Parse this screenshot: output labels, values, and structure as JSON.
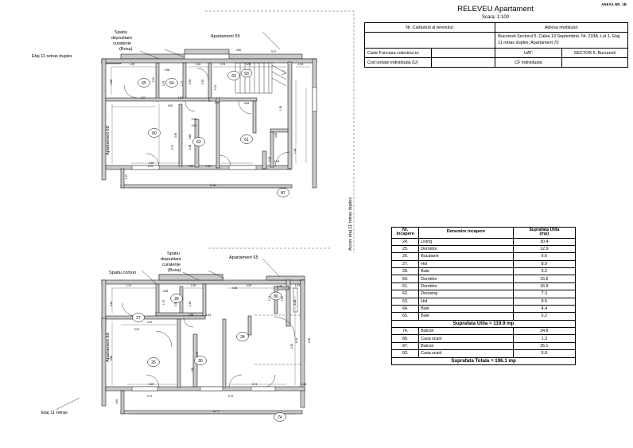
{
  "annex": "ANEXA NR. 1B",
  "title": {
    "main": "RELEVEU Apartament",
    "scara": "Scara: 1:100"
  },
  "header_table": {
    "rows": [
      {
        "label": "Nr. Cadastral al terenului:",
        "value": "",
        "label2": "Adresa imobilului:",
        "value2": ""
      },
      {
        "label": "",
        "value": "",
        "address": "Bucuresti Sectorul 5, Calea 13 Septembrie, Nr. 233A, Lot 1, Etaj 11 retras duplex, Apartament 70"
      },
      {
        "label": "Carte Funciara colectiva nr.",
        "value": "",
        "label2": "UAT:",
        "value2": "SECTOR 5, Bucuresti"
      },
      {
        "label": "Cod unitate individuala (U)",
        "value": "",
        "label2": "CF individuala",
        "value2": ""
      }
    ],
    "cf_terenului": "Nr. Cadastral al terenului:",
    "adresa_imobilului": "Adresa imobilului:",
    "adresa_value": "Bucuresti Sectorul 5, Calea 13 Septembrie, Nr. 233A, Lot 1, Etaj 11 retras duplex, Apartament 70",
    "carte_funciara": "Carte Funciara colectiva nr.",
    "uat_label": "UAT:",
    "uat_value": "SECTOR 5, Bucuresti",
    "cod_unitate": "Cod unitate individuala (U)",
    "cf_individuala": "CF individuala"
  },
  "rooms_table": {
    "headers": {
      "nr": "Nr.\nIncapere",
      "nr_line1": "Nr.",
      "nr_line2": "Incapere",
      "name": "Denumire incapere",
      "sup_line1": "Suprafata Utila",
      "sup_line2": "(mp)"
    },
    "utila_rows": [
      {
        "nr": "24.",
        "name": "Living",
        "sup": "30.4"
      },
      {
        "nr": "25.",
        "name": "Dormitor",
        "sup": "12.9"
      },
      {
        "nr": "26.",
        "name": "Bucatarie",
        "sup": "6.6"
      },
      {
        "nr": "27.",
        "name": "Hol",
        "sup": "8.9"
      },
      {
        "nr": "28.",
        "name": "Baie",
        "sup": "3.2"
      },
      {
        "nr": "60.",
        "name": "Dormitor",
        "sup": "15.6"
      },
      {
        "nr": "61.",
        "name": "Dormitor",
        "sup": "16.9"
      },
      {
        "nr": "62.",
        "name": "Dressing",
        "sup": "7.3"
      },
      {
        "nr": "63.",
        "name": "Hol",
        "sup": "8.5"
      },
      {
        "nr": "64.",
        "name": "Baie",
        "sup": "4.4"
      },
      {
        "nr": "65.",
        "name": "Baie",
        "sup": "5.2"
      }
    ],
    "subtotal": "Suprafata Utila = 119.9 mp",
    "extra_rows": [
      {
        "nr": "74.",
        "name": "Balcon",
        "sup": "34.8"
      },
      {
        "nr": "80.",
        "name": "Casa scarii",
        "sup": "1.3"
      },
      {
        "nr": "87.",
        "name": "Balcon",
        "sup": "35.1"
      },
      {
        "nr": "93.",
        "name": "Casa scarii",
        "sup": "5.0"
      }
    ],
    "total": "Suprafata Totala = 196.1 mp"
  },
  "plan_labels": {
    "upper": {
      "etaj": "Etaj 11 retras duplex",
      "apartament_left": "Apartament 69",
      "apartament_top": "Apartament 65",
      "boxa_l1": "Spatiu",
      "boxa_l2": "depozitare",
      "boxa_l3": "curatenie",
      "boxa_l4": "(Boxa)",
      "acces": "Acces etaj 11 retras duplex"
    },
    "lower": {
      "etaj": "Etaj 11 retras",
      "apartament_left": "Apartament 69",
      "apartament_top": "Apartament 65",
      "spatiu_comun": "Spatiu comun",
      "boxa_l1": "Spatiu",
      "boxa_l2": "depozitare",
      "boxa_l3": "curatenie",
      "boxa_l4": "(Boxa)"
    }
  },
  "room_numbers_upper": [
    "65",
    "64",
    "63",
    "93",
    "60",
    "62",
    "61",
    "87"
  ],
  "room_numbers_lower": [
    "27",
    "28",
    "80",
    "25",
    "26",
    "24",
    "74"
  ],
  "dimensions_upper": [
    "1.29",
    "0.68",
    "1.54",
    "0.76",
    "4.05",
    "1.90",
    "2.88",
    "3.75",
    "1.07",
    "2.94",
    "2.35",
    "2.12",
    "2.07",
    "1.91",
    "4.55",
    "5.29",
    "3.50",
    "5.50",
    "3.65",
    "1.39",
    "4.50",
    "0.99",
    "0.61",
    "3.43",
    "3.88",
    "3.85",
    "2.70",
    "2.38",
    "3.29",
    "1.50",
    "1.04",
    "2.92",
    "1.54",
    "11.81",
    "1.50",
    "2.51",
    "3.37"
  ],
  "dimensions_lower": [
    "1.21",
    "0.68",
    "1.99",
    "1.23",
    "4.00",
    "1.87",
    "3.35",
    "1.72",
    "2.51",
    "2.38",
    "1.80",
    "1.71",
    "2.88",
    "1.53",
    "4.30",
    "3.91",
    "3.86",
    "2.75",
    "3.29",
    "1.88",
    "5.73",
    "1.08",
    "6.09",
    "2.36",
    "2.35",
    "3.72",
    "5.72",
    "1.65",
    "11.77",
    "1.39",
    "4.65"
  ]
}
